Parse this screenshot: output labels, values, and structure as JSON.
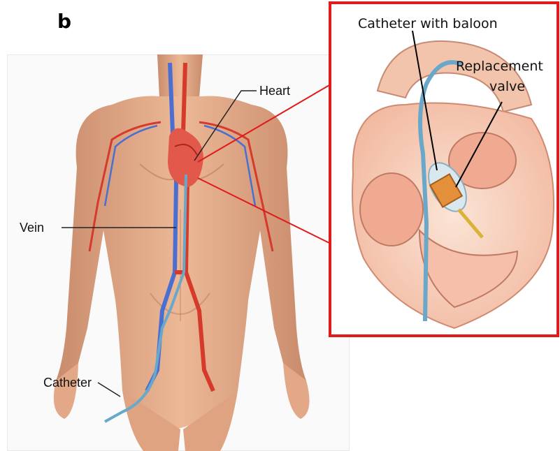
{
  "panel_label": "b",
  "labels": {
    "heart": "Heart",
    "vein": "Vein",
    "catheter": "Catheter"
  },
  "inset_labels": {
    "catheter_with_balloon": "Catheter with baloon",
    "replacement_line1": "Replacement",
    "replacement_line2": "valve"
  },
  "colors": {
    "inset_border": "#e01b1b",
    "skin": "#e2a784",
    "artery": "#d63a2a",
    "vein": "#4a6fd0",
    "catheter": "#6aa8c9"
  }
}
